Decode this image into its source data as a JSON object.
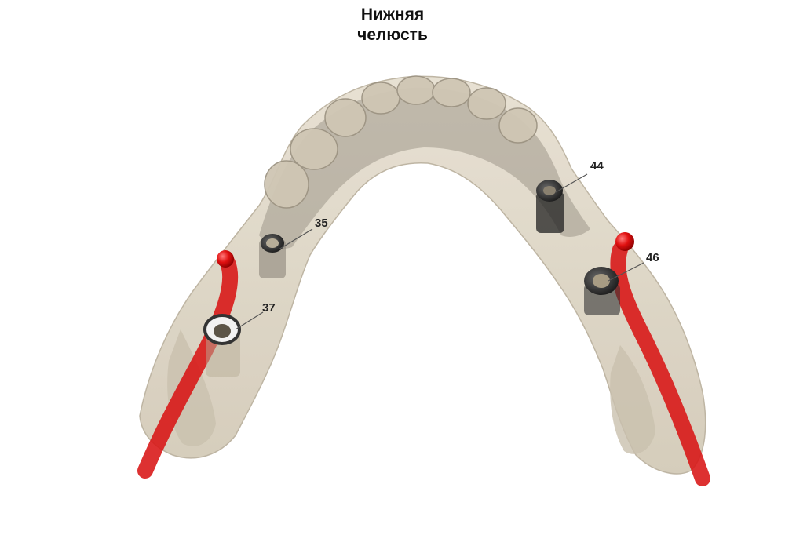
{
  "title": {
    "line1": "Нижняя",
    "line2": "челюсть"
  },
  "implant_labels": [
    "35",
    "37",
    "44",
    "46"
  ],
  "colors": {
    "jaw_model": "#dcd4c4",
    "jaw_shadow": "#b7ae9f",
    "nerve_canal": "#e01515",
    "implant_sleeve": "#2a2a2a",
    "background": "#ffffff"
  },
  "icons": {
    "implant": "implant-sleeve-icon",
    "nerve": "nerve-canal-marker"
  }
}
